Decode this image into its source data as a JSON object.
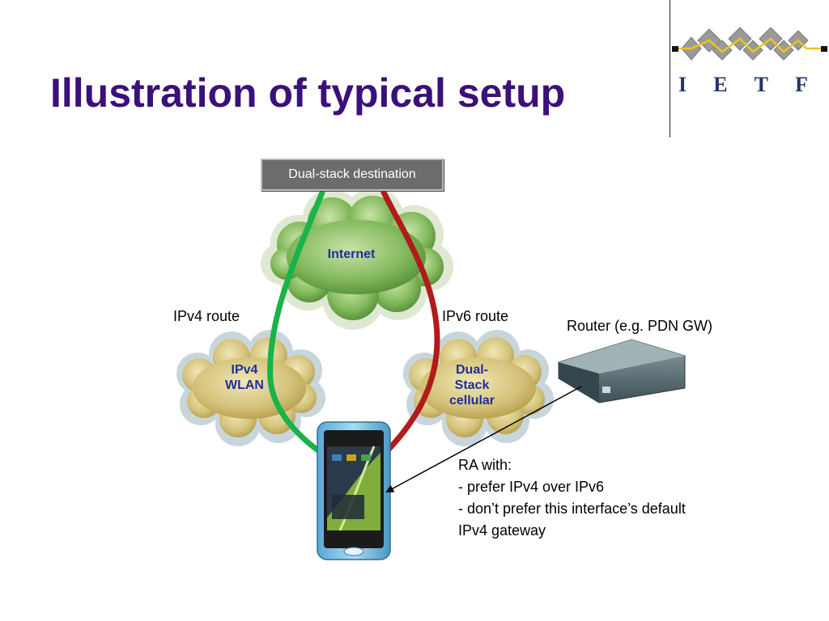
{
  "slide": {
    "title": "Illustration of typical setup"
  },
  "logo": {
    "letters": [
      "I",
      "E",
      "T",
      "F"
    ]
  },
  "diagram": {
    "destination_label": "Dual-stack destination",
    "internet_label": "Internet",
    "ipv4_route_label": "IPv4 route",
    "ipv6_route_label": "IPv6 route",
    "wlan_label_line1": "IPv4",
    "wlan_label_line2": "WLAN",
    "cellular_label_line1": "Dual-",
    "cellular_label_line2": "Stack",
    "cellular_label_line3": "cellular",
    "router_label": "Router (e.g. PDN GW)",
    "ra_lines": [
      "RA with:",
      "- prefer IPv4 over IPv6",
      "- don’t prefer this interface’s default",
      "IPv4 gateway"
    ]
  },
  "colors": {
    "title": "#3b1078",
    "ipv4_route": "#19b34a",
    "ipv6_route": "#b01b1b",
    "internet_cloud": "#6aa84f",
    "access_cloud": "#c9b66b"
  }
}
